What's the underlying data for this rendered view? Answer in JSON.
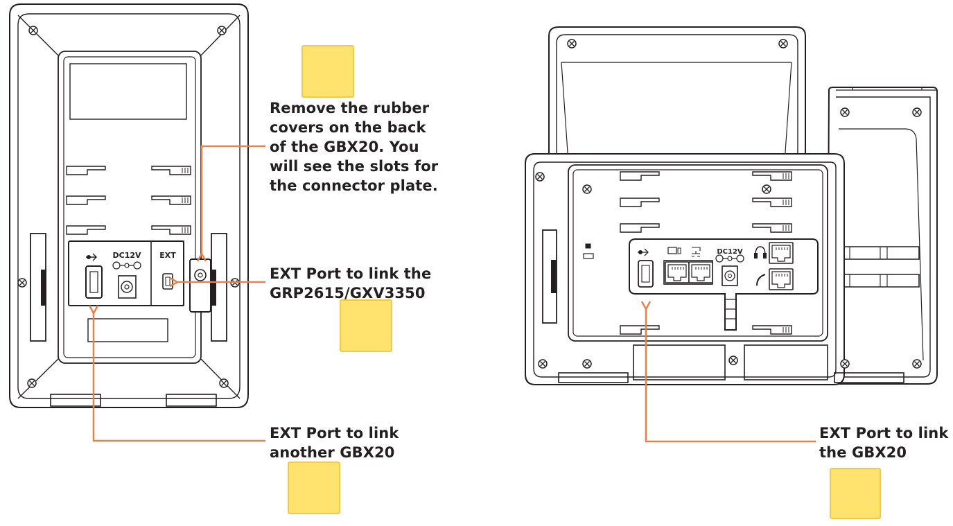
{
  "callouts": {
    "rubber_covers": {
      "lines": [
        "Remove the rubber",
        "covers on the back",
        "of the GBX20. You",
        "will see the slots for",
        "the connector plate."
      ]
    },
    "ext_port_phone": {
      "lines": [
        "EXT Port to link the",
        "GRP2615/GXV3350"
      ]
    },
    "ext_port_another": {
      "lines": [
        "EXT Port to link",
        "another GBX20"
      ]
    },
    "ext_port_gbx20": {
      "lines": [
        "EXT Port to link",
        "the GBX20"
      ]
    }
  },
  "device_labels": {
    "gbx20_dc": "DC12V",
    "gbx20_ext": "EXT",
    "phone_dc": "DC12V"
  },
  "colors": {
    "leader_line": "#e8804a",
    "outline": "#231f20",
    "note_fill": "#ffe36e"
  }
}
